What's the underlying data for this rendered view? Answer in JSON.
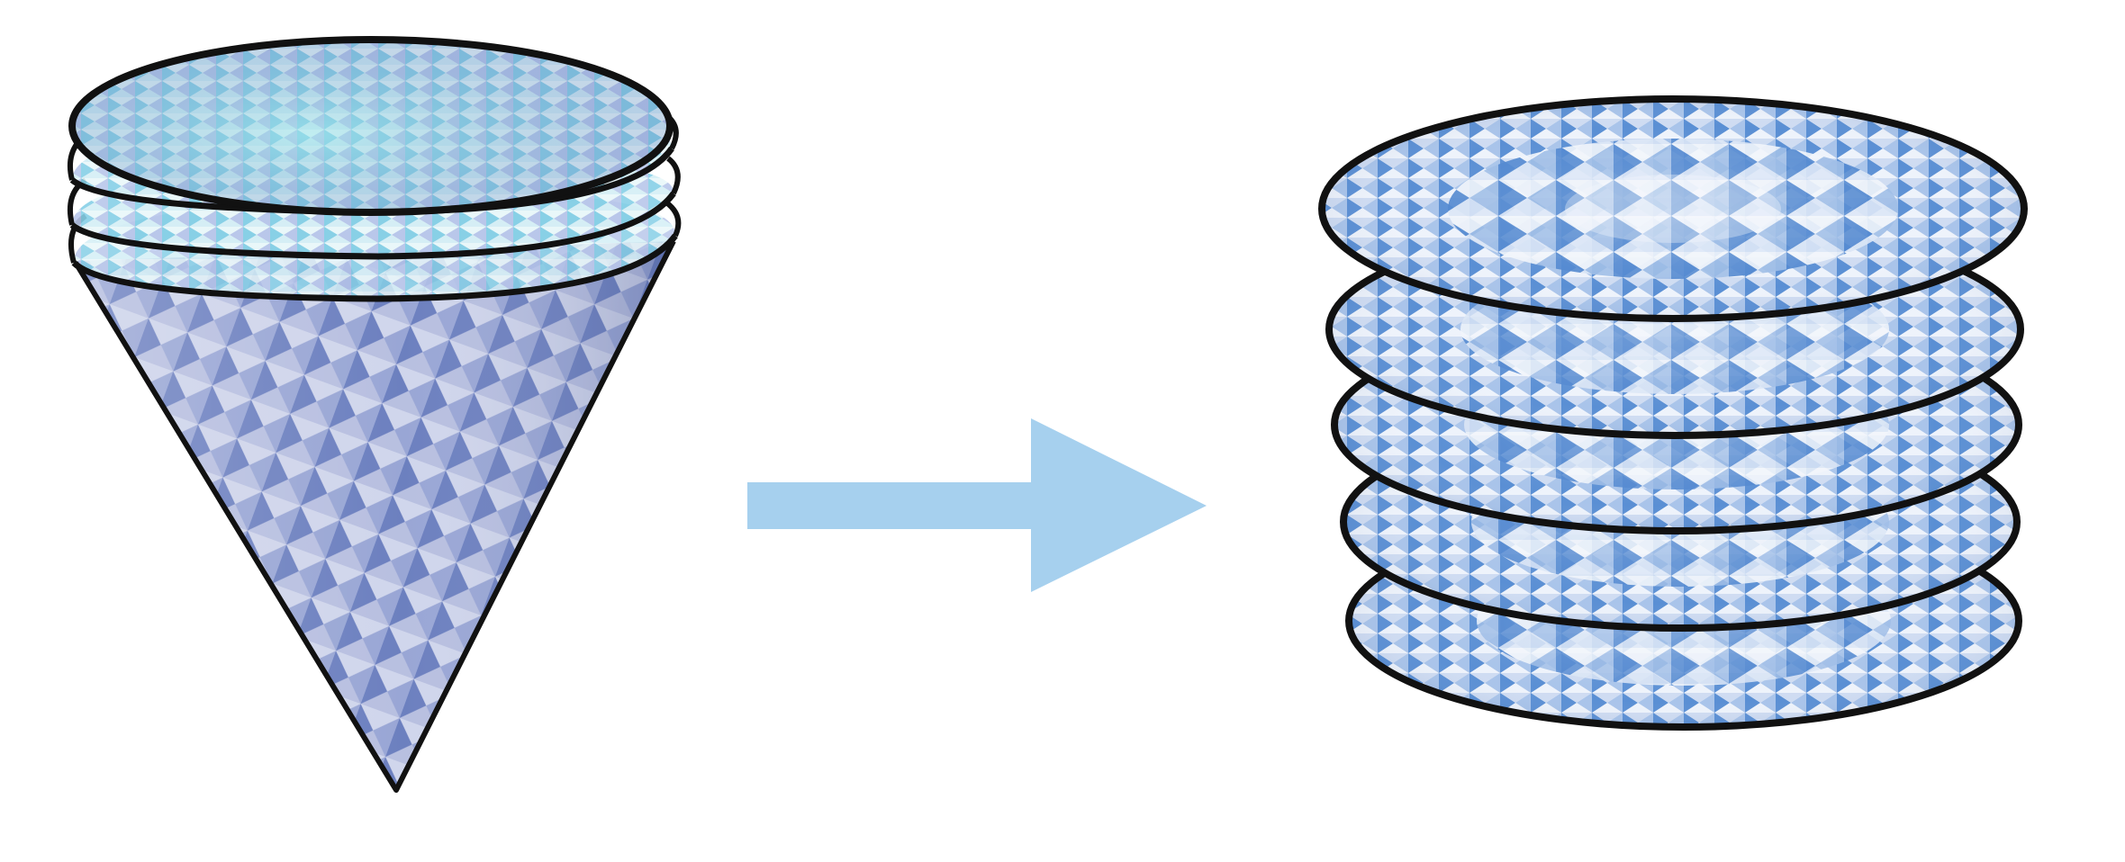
{
  "figure": {
    "left_object": {
      "name": "nested-cones",
      "shell_count": 4
    },
    "right_object": {
      "name": "stacked-disks",
      "disk_count": 5
    },
    "arrow": {
      "direction": "right"
    },
    "colors": {
      "background": "#ffffff",
      "outline": "#111111",
      "arrow": "#a6d0ee",
      "tiling_light": "#eef3fb",
      "tiling_mid": "#a9c4ea",
      "tiling_dark": "#4f86cf",
      "cone_shadow": "#5f79b8",
      "rim_cyan": "#9fe6ea"
    }
  }
}
